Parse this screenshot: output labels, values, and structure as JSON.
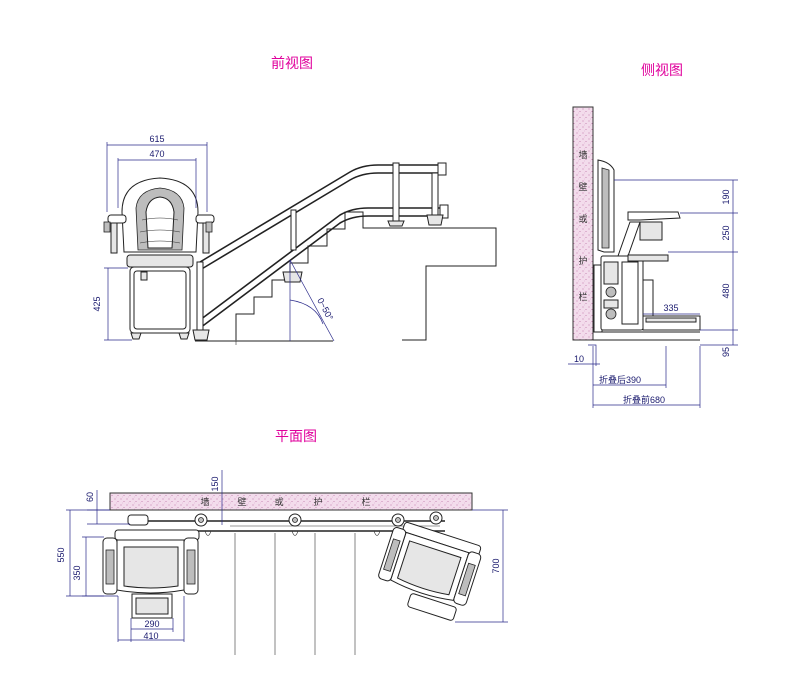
{
  "titles": {
    "front": "前视图",
    "side": "侧视图",
    "plan": "平面图"
  },
  "front_dims": {
    "width_outer": "615",
    "width_inner": "470",
    "seat_height": "425",
    "angle": "0~50°"
  },
  "side_dims": {
    "d190": "190",
    "d250": "250",
    "d480": "480",
    "d335": "335",
    "d95": "95",
    "d10": "10",
    "folded": "折叠后390",
    "unfolded": "折叠前680",
    "wall_text": [
      "墙",
      "壁",
      "或",
      "护",
      "栏"
    ]
  },
  "plan_dims": {
    "d150": "150",
    "d60": "60",
    "d550": "550",
    "d350": "350",
    "d290": "290",
    "d410": "410",
    "d700": "700",
    "wall_text": [
      "墙",
      "壁",
      "或",
      "护",
      "栏"
    ]
  },
  "colors": {
    "title": "#e0009c",
    "wall": "#f3dcec",
    "dimension": "#1a1a6e"
  }
}
